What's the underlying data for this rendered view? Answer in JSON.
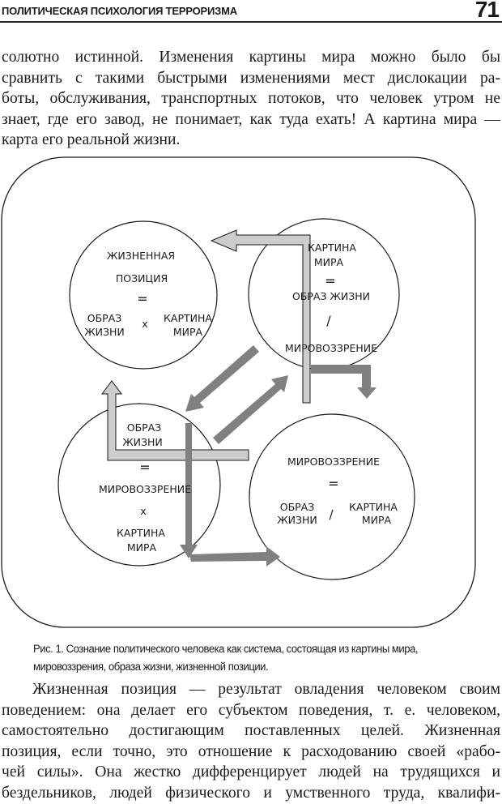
{
  "header": {
    "running_title": "ПОЛИТИЧЕСКАЯ ПСИХОЛОГИЯ ТЕРРОРИЗМА",
    "page_number": "71"
  },
  "paragraph1": {
    "lines": [
      "солютно истинной. Изменения картины мира можно было бы",
      "сравнить с такими быстрыми изменениями мест дислокации ра-",
      "боты, обслуживания, транспортных потоков, что человек утром не",
      "знает, где его завод, не понимает, как туда ехать! А картина мира —",
      "карта его реальной жизни."
    ]
  },
  "figure": {
    "circles": {
      "life_position": {
        "title1": "ЖИЗНЕННАЯ",
        "title2": "ПОЗИЦИЯ",
        "equals": "=",
        "left1": "ОБРАЗ",
        "left2": "ЖИЗНИ",
        "operator": "x",
        "right1": "КАРТИНА",
        "right2": "МИРА"
      },
      "world_picture": {
        "title1": "КАРТИНА",
        "title2": "МИРА",
        "equals": "=",
        "line1": "ОБРАЗ  ЖИЗНИ",
        "operator": "/",
        "line2": "МИРОВОЗЗРЕНИЕ"
      },
      "way_of_life": {
        "title1": "ОБРАЗ",
        "title2": "ЖИЗНИ",
        "equals": "=",
        "line1": "МИРОВОЗЗРЕНИЕ",
        "operator": "x",
        "bottom1": "КАРТИНА",
        "bottom2": "МИРА"
      },
      "worldview": {
        "title1": "МИРОВОЗЗРЕНИЕ",
        "equals": "=",
        "left1": "ОБРАЗ",
        "left2": "ЖИЗНИ",
        "operator": "/",
        "right1": "КАРТИНА",
        "right2": "МИРА"
      }
    },
    "colors": {
      "light_arrow": "#cccccc",
      "dark_arrow": "#808080",
      "outline": "#1a1a1a"
    },
    "caption_lines": [
      "Рис. 1. Сознание политического человека как система, состоящая из картины мира,",
      "мировоззрения, образа жизни, жизненной позиции."
    ]
  },
  "paragraph2": {
    "lines": [
      "Жизненная позиция — результат овладения человеком своим",
      "поведением: она делает его субъектом поведения, т. е. человеком,",
      "самостоятельно достигающим поставленных целей. Жизненная",
      "позиция, если точно, это отношение к расходованию своей «рабо-",
      "чей силы». Она жестко дифференцирует людей на трудящихся и",
      "бездельников, людей физического и умственного труда, квалифи-"
    ]
  }
}
